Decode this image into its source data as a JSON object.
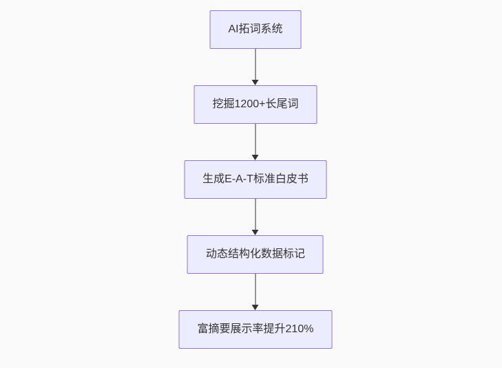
{
  "diagram": {
    "type": "flowchart-top-down",
    "nodes": [
      {
        "label": "AI拓词系统"
      },
      {
        "label": "挖掘1200+长尾词"
      },
      {
        "label": "生成E-A-T标准白皮书"
      },
      {
        "label": "动态结构化数据标记"
      },
      {
        "label": "富摘要展示率提升210%"
      }
    ],
    "colors": {
      "background": "#fafafa",
      "node_fill": "#ECECFF",
      "node_border": "#9370DB",
      "text": "#333333",
      "arrow": "#333333"
    }
  }
}
